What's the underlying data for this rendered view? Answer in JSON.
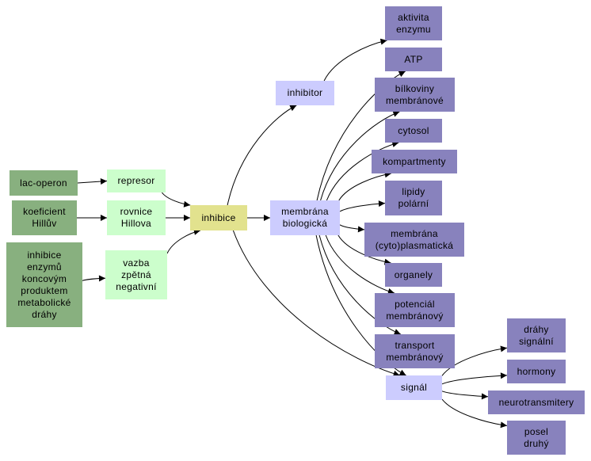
{
  "colors": {
    "source": "#88b07f",
    "intermediate": "#ccfecc",
    "center": "#e2e28e",
    "hub": "#ccccfe",
    "leaf": "#8882bd",
    "edge": "#000000"
  },
  "nodes": {
    "lac_operon": "lac-operon",
    "koeficient_hilluv": "koeficient\nHillův",
    "inhibice_enzymu": "inhibice\nenzymů\nkoncovým\nproduktem\nmetabolické\ndráhy",
    "represor": "represor",
    "rovnice_hillova": "rovnice\nHillova",
    "vazba_zpetna": "vazba\nzpětná\nnegativní",
    "inhibice": "inhibice",
    "inhibitor": "inhibitor",
    "membrana_biologicka": "membrána\nbiologická",
    "signal": "signál",
    "aktivita_enzymu": "aktivita\nenzymu",
    "atp": "ATP",
    "bilkoviny": "bílkoviny\nmembránové",
    "cytosol": "cytosol",
    "kompartmenty": "kompartmenty",
    "lipidy": "lipidy\npolární",
    "membrana_cyto": "membrána\n(cyto)plasmatická",
    "organely": "organely",
    "potencial": "potenciál\nmembránový",
    "transport": "transport\nmembránový",
    "drahy_signalni": "dráhy\nsignální",
    "hormony": "hormony",
    "neurotransmitery": "neurotransmitery",
    "posel_druhy": "posel\ndruhý"
  },
  "edges": [
    [
      "lac_operon",
      "represor"
    ],
    [
      "koeficient_hilluv",
      "rovnice_hillova"
    ],
    [
      "inhibice_enzymu",
      "vazba_zpetna"
    ],
    [
      "represor",
      "inhibice"
    ],
    [
      "rovnice_hillova",
      "inhibice"
    ],
    [
      "vazba_zpetna",
      "inhibice"
    ],
    [
      "inhibice",
      "inhibitor"
    ],
    [
      "inhibice",
      "membrana_biologicka"
    ],
    [
      "inhibice",
      "signal"
    ],
    [
      "inhibitor",
      "aktivita_enzymu"
    ],
    [
      "membrana_biologicka",
      "atp"
    ],
    [
      "membrana_biologicka",
      "bilkoviny"
    ],
    [
      "membrana_biologicka",
      "cytosol"
    ],
    [
      "membrana_biologicka",
      "kompartmenty"
    ],
    [
      "membrana_biologicka",
      "lipidy"
    ],
    [
      "membrana_biologicka",
      "membrana_cyto"
    ],
    [
      "membrana_biologicka",
      "organely"
    ],
    [
      "membrana_biologicka",
      "potencial"
    ],
    [
      "membrana_biologicka",
      "transport"
    ],
    [
      "membrana_biologicka",
      "signal"
    ],
    [
      "signal",
      "drahy_signalni"
    ],
    [
      "signal",
      "hormony"
    ],
    [
      "signal",
      "neurotransmitery"
    ],
    [
      "signal",
      "posel_druhy"
    ]
  ]
}
